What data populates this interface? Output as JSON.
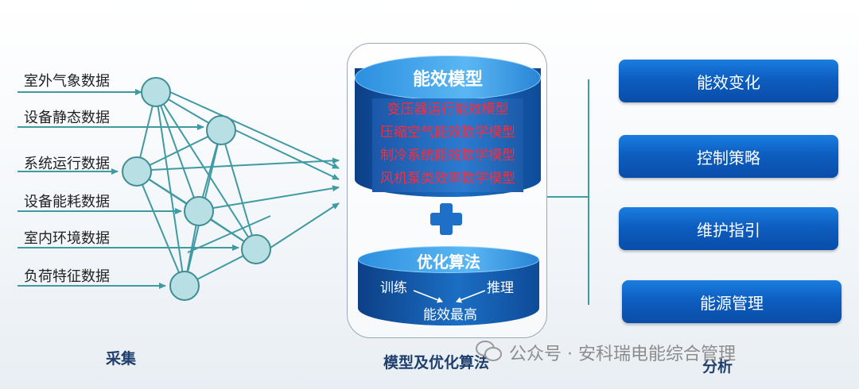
{
  "inputs": [
    "室外气象数据",
    "设备静态数据",
    "系统运行数据",
    "设备能耗数据",
    "室内环境数据",
    "负荷特征数据"
  ],
  "sections": {
    "collection": "采集",
    "model_algorithm": "模型及优化算法",
    "analysis": "分析"
  },
  "model": {
    "title": "能效模型",
    "items": [
      "变压器运行能效模型",
      "压缩空气能效数学模型",
      "制冷系统能效数学模型",
      "风机泵类效率数学模型"
    ]
  },
  "algorithm": {
    "title": "优化算法",
    "train": "训练",
    "infer": "推理",
    "result": "能效最高"
  },
  "outputs": [
    "能效变化",
    "控制策略",
    "维护指引",
    "能源管理"
  ],
  "watermark": "公众号 · 安科瑞电能综合管理",
  "colors": {
    "node_fill": "#b8dfe3",
    "node_stroke": "#3f8e96",
    "edge": "#3f9aa2",
    "model_text": "#ff2a3a",
    "button": "#0d5ec0"
  }
}
